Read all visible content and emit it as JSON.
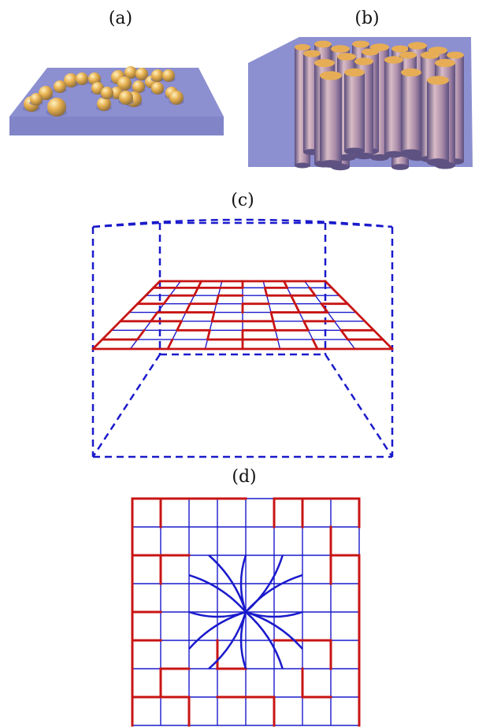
{
  "panels": {
    "a": {
      "label": "(a)"
    },
    "b": {
      "label": "(b)"
    },
    "c": {
      "label": "(c)"
    },
    "d": {
      "label": "(d)"
    }
  },
  "colors": {
    "slab": "#8c8fd0",
    "slab_side": "#7e82c6",
    "particle": "#e8b150",
    "cylinder": "#b79ab8",
    "cylinder_top": "#e6ad56",
    "grid_blue": "#1a1acc",
    "grid_red": "#c81414"
  },
  "grid": {
    "cells": 8
  }
}
